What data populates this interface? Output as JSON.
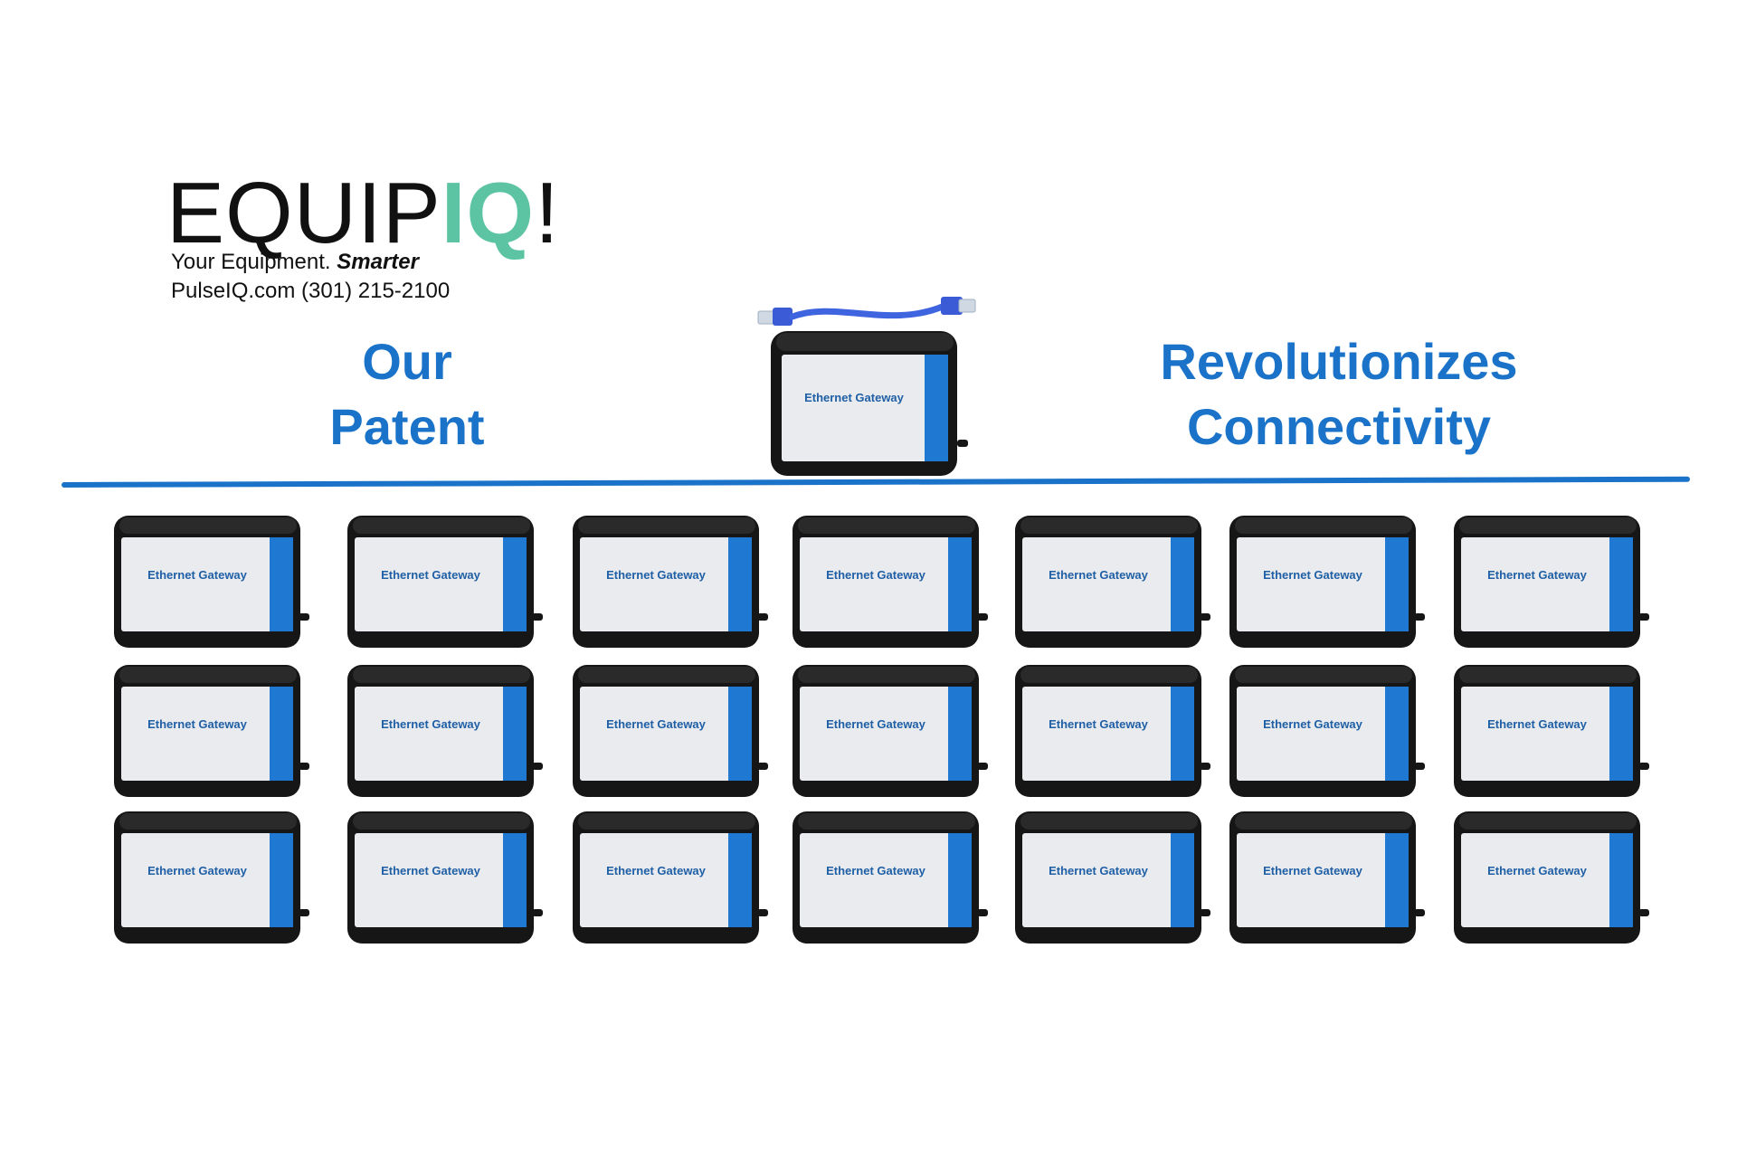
{
  "brand": {
    "logo_prefix": "EQUIP",
    "logo_iq": "IQ",
    "logo_suffix": "!",
    "tagline_plain": "Your Equipment.",
    "tagline_emphasis": "Smarter",
    "contact": "PulseIQ.com (301) 215-2100",
    "accent_color": "#5cc4a3"
  },
  "headline": {
    "left_line1": "Our",
    "left_line2": "Patent",
    "right_line1": "Revolutionizes",
    "right_line2": "Connectivity",
    "color": "#1a73c9"
  },
  "hero_device": {
    "label": "Ethernet Gateway",
    "cable_icon": "ethernet-cable-icon"
  },
  "device_grid": {
    "label": "Ethernet Gateway",
    "rows": 3,
    "columns": 7
  }
}
